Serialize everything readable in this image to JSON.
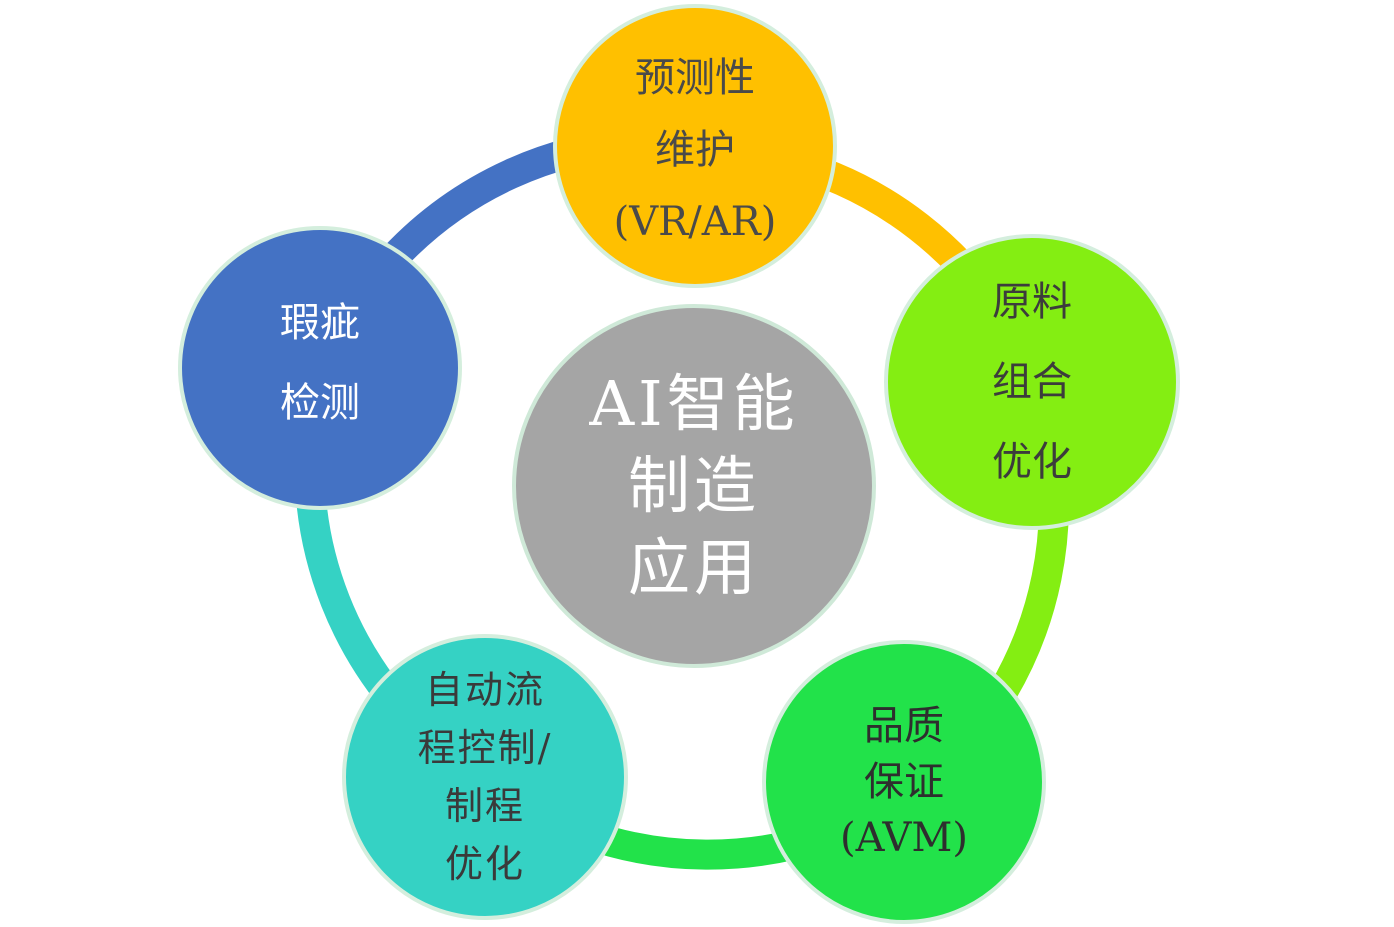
{
  "diagram": {
    "center": {
      "lines": [
        "AI智能",
        "制造",
        "应用"
      ],
      "color": "#a5a5a5"
    },
    "nodes": [
      {
        "id": "top",
        "lines": [
          "预测性",
          "维护",
          "(VR/AR)"
        ],
        "color": "#ffc000"
      },
      {
        "id": "right",
        "lines": [
          "原料",
          "组合",
          "优化"
        ],
        "color": "#84ee12"
      },
      {
        "id": "bottomright",
        "lines": [
          "品质",
          "保证",
          "(AVM)"
        ],
        "color": "#22e24a"
      },
      {
        "id": "bottomleft",
        "lines": [
          "自动流",
          "程控制/",
          "制程",
          "优化"
        ],
        "color": "#35d2c4"
      },
      {
        "id": "left",
        "lines": [
          "瑕疵",
          "检测"
        ],
        "color": "#4472c4"
      }
    ],
    "ring_colors": {
      "top_to_right": "#ffc000",
      "right_to_bottomright": "#84ee12",
      "bottomright_to_bottomleft": "#22e24a",
      "bottomleft_to_left": "#35d2c4",
      "left_to_top": "#4472c4"
    }
  }
}
